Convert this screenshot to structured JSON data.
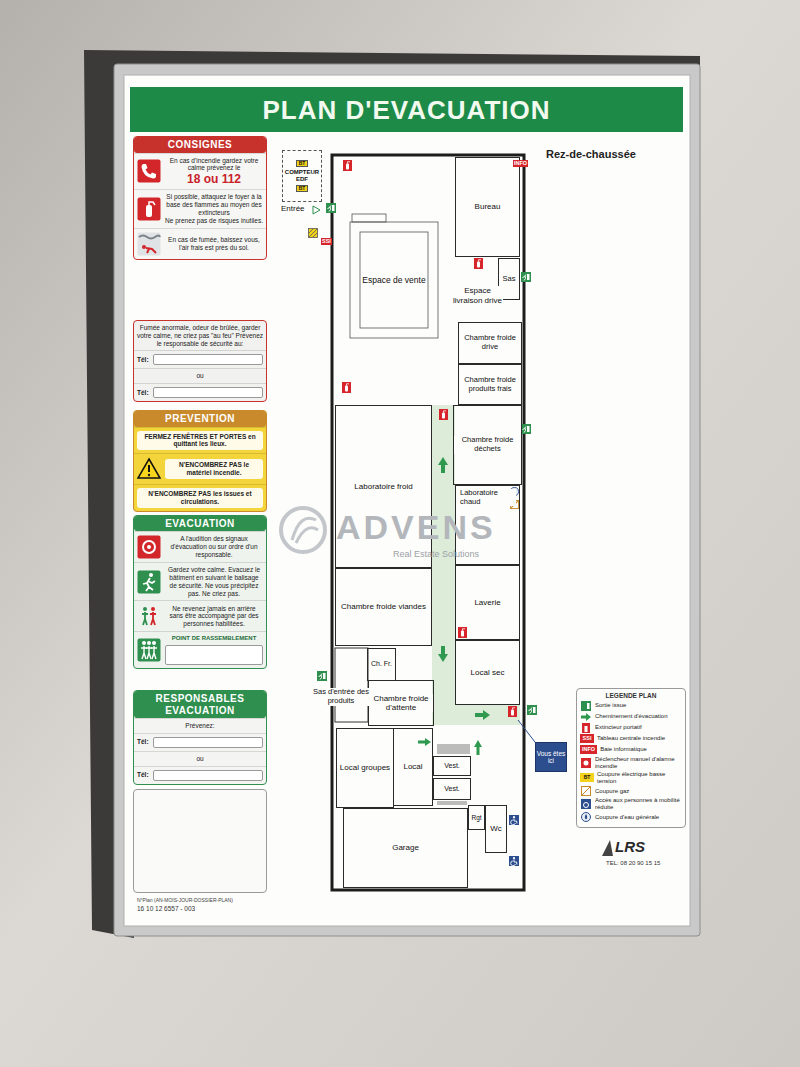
{
  "diagram": {
    "title": "PLAN D'EVACUATION",
    "nodes": [
      {
        "text": [
          "CONSIGNES",
          "En cas d'incendie gardez votre calme prévenez le",
          "18 ou 112",
          "Si possible, attaquez le foyer à la base des flammes au moyen des extincteurs",
          "Ne prenez pas de risques inutiles.",
          "En cas de fumée, baissez vous, l'air frais est près du sol."
        ]
      },
      {
        "text": [
          "Fumée anormale, odeur de brûlée, garder votre calme, ne criez pas \"au feu\" Prévenez le responsable de sécurité au:",
          "Tél:",
          "ou",
          "Tél:"
        ]
      },
      {
        "text": [
          "PREVENTION",
          "FERMEZ FENÊTRES ET PORTES en quittant les lieux.",
          "N'ENCOMBREZ PAS le matériel incendie.",
          "N'ENCOMBREZ PAS les issues et circulations."
        ]
      },
      {
        "text": [
          "EVACUATION",
          "A l'audition des signaux d'évacuation ou sur ordre d'un responsable.",
          "Gardez votre calme. Evacuez le bâtiment en suivant le balisage de sécurité. Ne vous précipitez pas. Ne criez pas.",
          "Ne revenez jamais en arrière sans être accompagné par des personnes habilitées.",
          "POINT DE RASSEMBLEMENT"
        ]
      },
      {
        "text": [
          "RESPONSABLES EVACUATION",
          "Prévenez:",
          "Tél:",
          "ou",
          "Tél:"
        ]
      },
      {
        "text": [
          "BT",
          "COMPTEUR EDF",
          "BT"
        ]
      },
      {
        "text": [
          "Bureau"
        ]
      },
      {
        "text": [
          "Espace de vente"
        ]
      },
      {
        "text": [
          "Espace livraison drive"
        ]
      },
      {
        "text": [
          "Sas"
        ]
      },
      {
        "text": [
          "Chambre froide drive"
        ]
      },
      {
        "text": [
          "Chambre froide produits frais"
        ]
      },
      {
        "text": [
          "Chambre froide déchets"
        ]
      },
      {
        "text": [
          "Laboratoire froid"
        ]
      },
      {
        "text": [
          "Laboratoire chaud"
        ]
      },
      {
        "text": [
          "Chambre froide viandes"
        ]
      },
      {
        "text": [
          "Laverie"
        ]
      },
      {
        "text": [
          "Ch. Fr."
        ]
      },
      {
        "text": [
          "Local sec"
        ]
      },
      {
        "text": [
          "Sas d'entrée des produits"
        ]
      },
      {
        "text": [
          "Chambre froide d'attente"
        ]
      },
      {
        "text": [
          "Local groupes"
        ]
      },
      {
        "text": [
          "Local"
        ]
      },
      {
        "text": [
          "Vest."
        ]
      },
      {
        "text": [
          "Vest."
        ]
      },
      {
        "text": [
          "Rgt"
        ]
      },
      {
        "text": [
          "Wc"
        ]
      },
      {
        "text": [
          "Garage"
        ]
      },
      {
        "text": [
          "Vous êtes ici"
        ]
      }
    ],
    "labels": [
      "Rez-de-chaussée",
      "Entrée",
      "SSI",
      "INFO",
      "ADVENS",
      "Real Estate Solutions",
      "LEGENDE PLAN",
      "SSI",
      "INFO",
      "BT",
      "LRS",
      "TEL: 08 20 90 15 15",
      "N°Plan (AN-MOIS-JOUR-DOSSIER-PLAN)",
      "16 10 12 6557 - 003"
    ],
    "legend": [
      {
        "text": "Sortie issue"
      },
      {
        "text": "Cheminement d'évacuation"
      },
      {
        "text": "Extincteur portatif"
      },
      {
        "text": "Tableau centrale incendie"
      },
      {
        "text": "Baie informatique"
      },
      {
        "text": "Déclencheur manuel d'alarme incendie"
      },
      {
        "text": "Coupure électrique basse tension"
      },
      {
        "text": "Coupure gaz"
      },
      {
        "text": "Accès aux personnes à mobilité réduite"
      },
      {
        "text": "Coupure d'eau générale"
      }
    ]
  }
}
